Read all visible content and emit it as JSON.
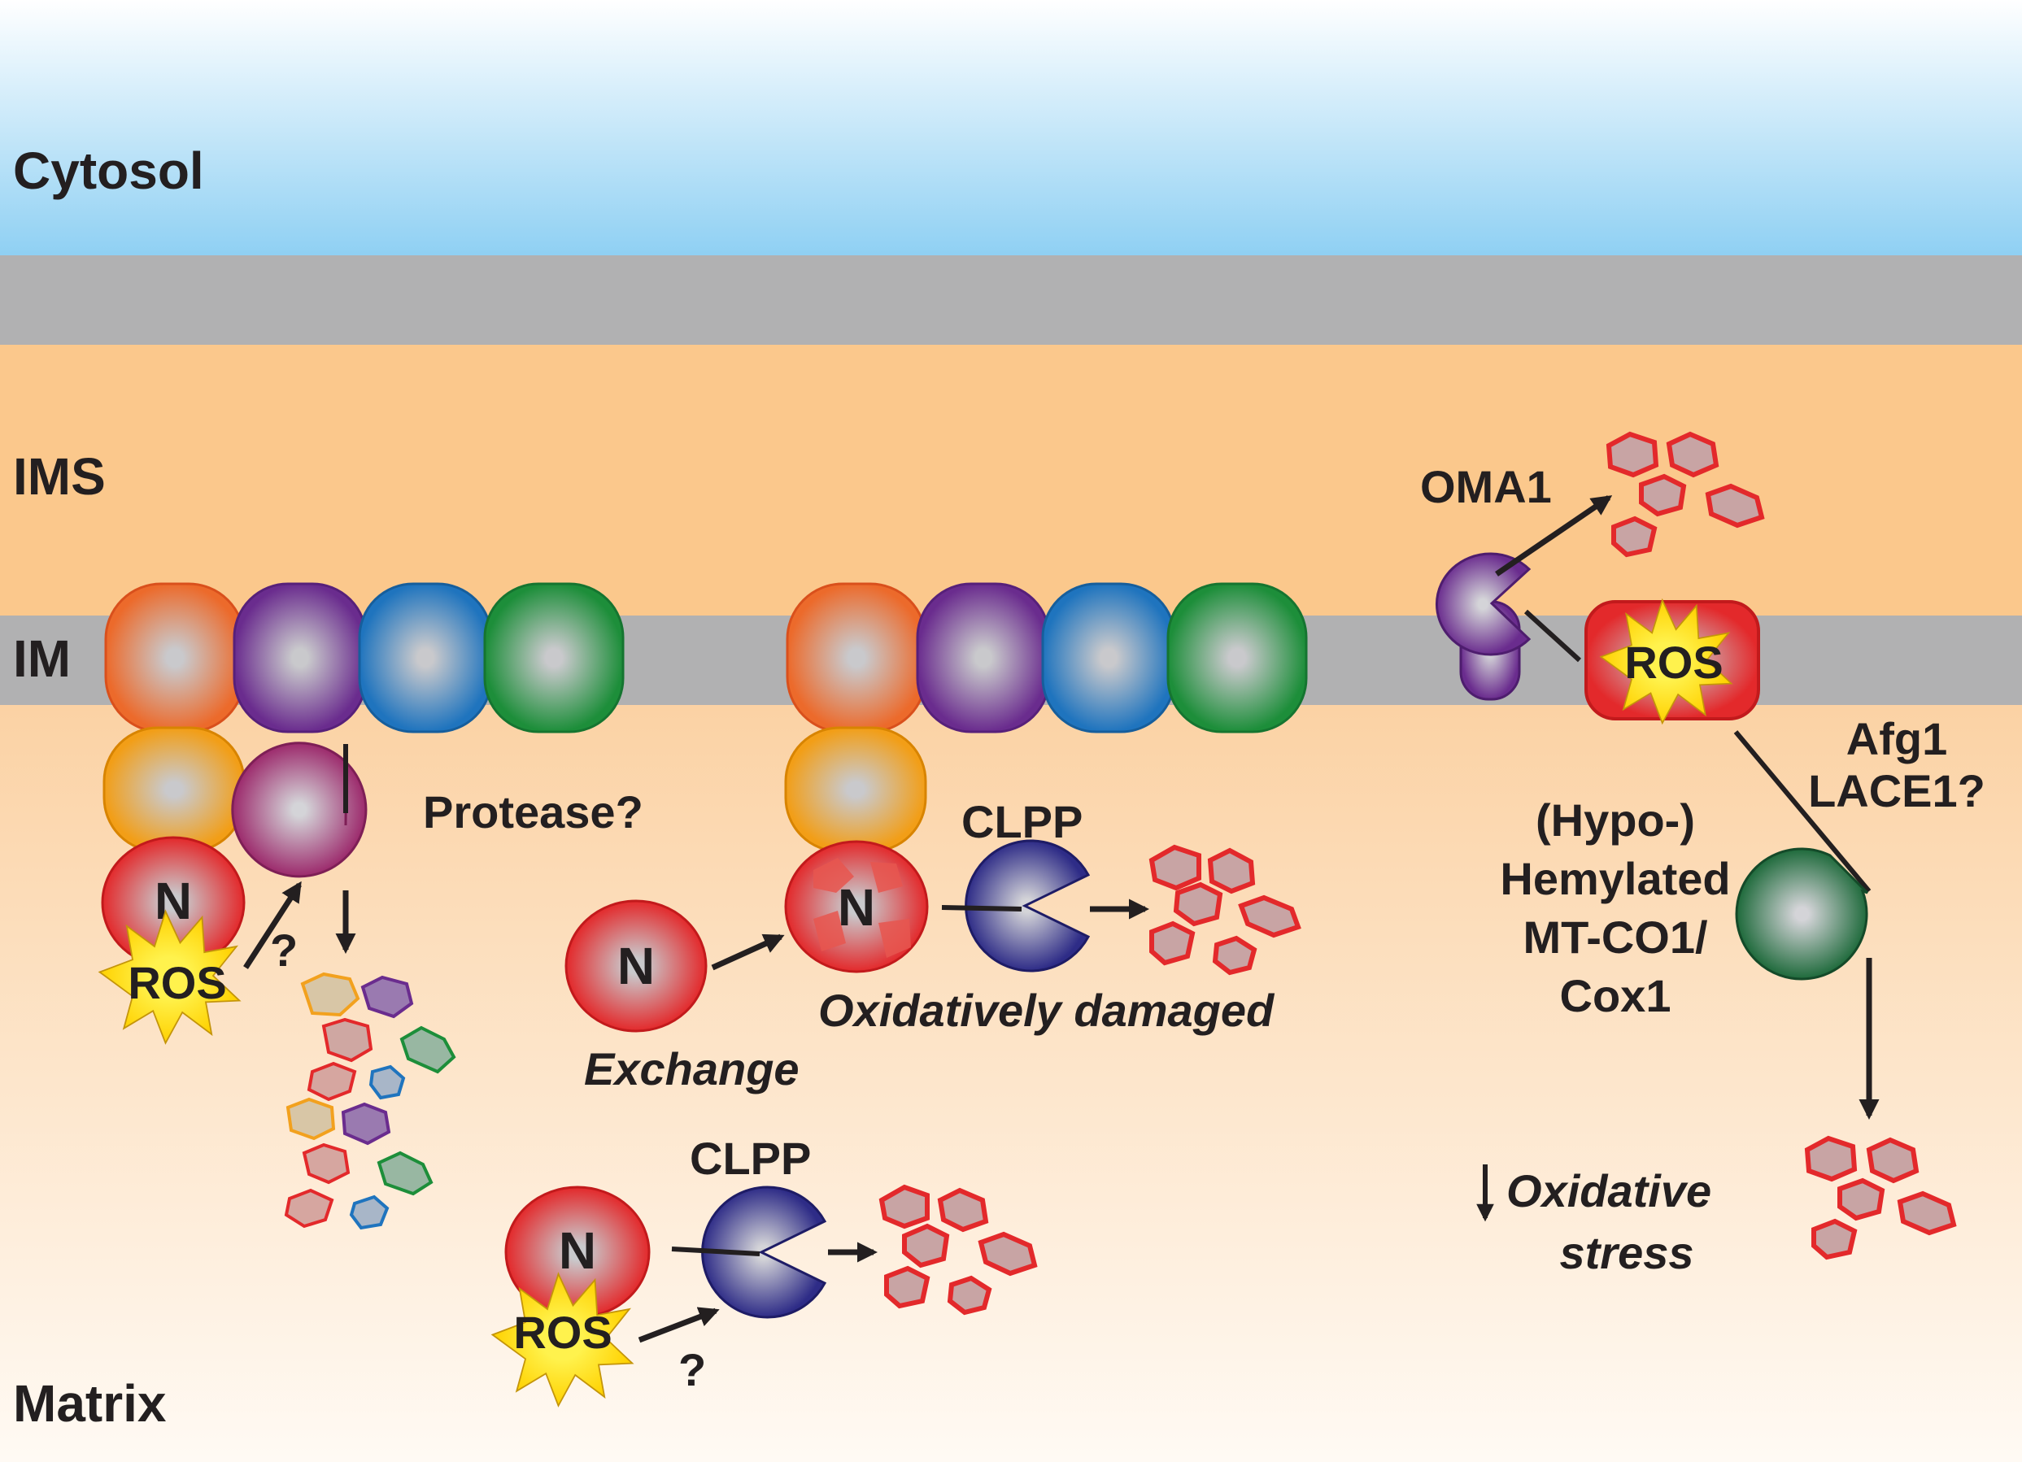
{
  "compartments": {
    "cytosol": "Cytosol",
    "ims": "IMS",
    "im": "IM",
    "matrix": "Matrix"
  },
  "labels": {
    "n": "N",
    "ros": "ROS",
    "question": "?",
    "protease": "Protease?",
    "clpp": "CLPP",
    "exchange": "Exchange",
    "oxidatively_damaged": "Oxidatively damaged",
    "oma1": "OMA1",
    "afg1": "Afg1",
    "lace1": "LACE1?",
    "hemylated_lines": [
      "(Hypo-)",
      "Hemylated",
      "MT-CO1/",
      "Cox1"
    ],
    "oxidative": "Oxidative",
    "stress": "stress"
  },
  "colors": {
    "cytosol_top": "#ffffff",
    "cytosol_bottom": "#8fd0f3",
    "membrane": "#b1b1b2",
    "ims": "#fbc88c",
    "matrix_bottom": "#fffaf4",
    "red": "#e3292b",
    "orange": "#ec6a2b",
    "purple": "#6a2c8e",
    "blue": "#1f74be",
    "green": "#1d8e3a",
    "yellow_orange": "#f29e17",
    "navy": "#2e2c87",
    "dark_green": "#1e6a3b",
    "magenta": "#9c2a6c",
    "ros_star": "#ffe600"
  }
}
